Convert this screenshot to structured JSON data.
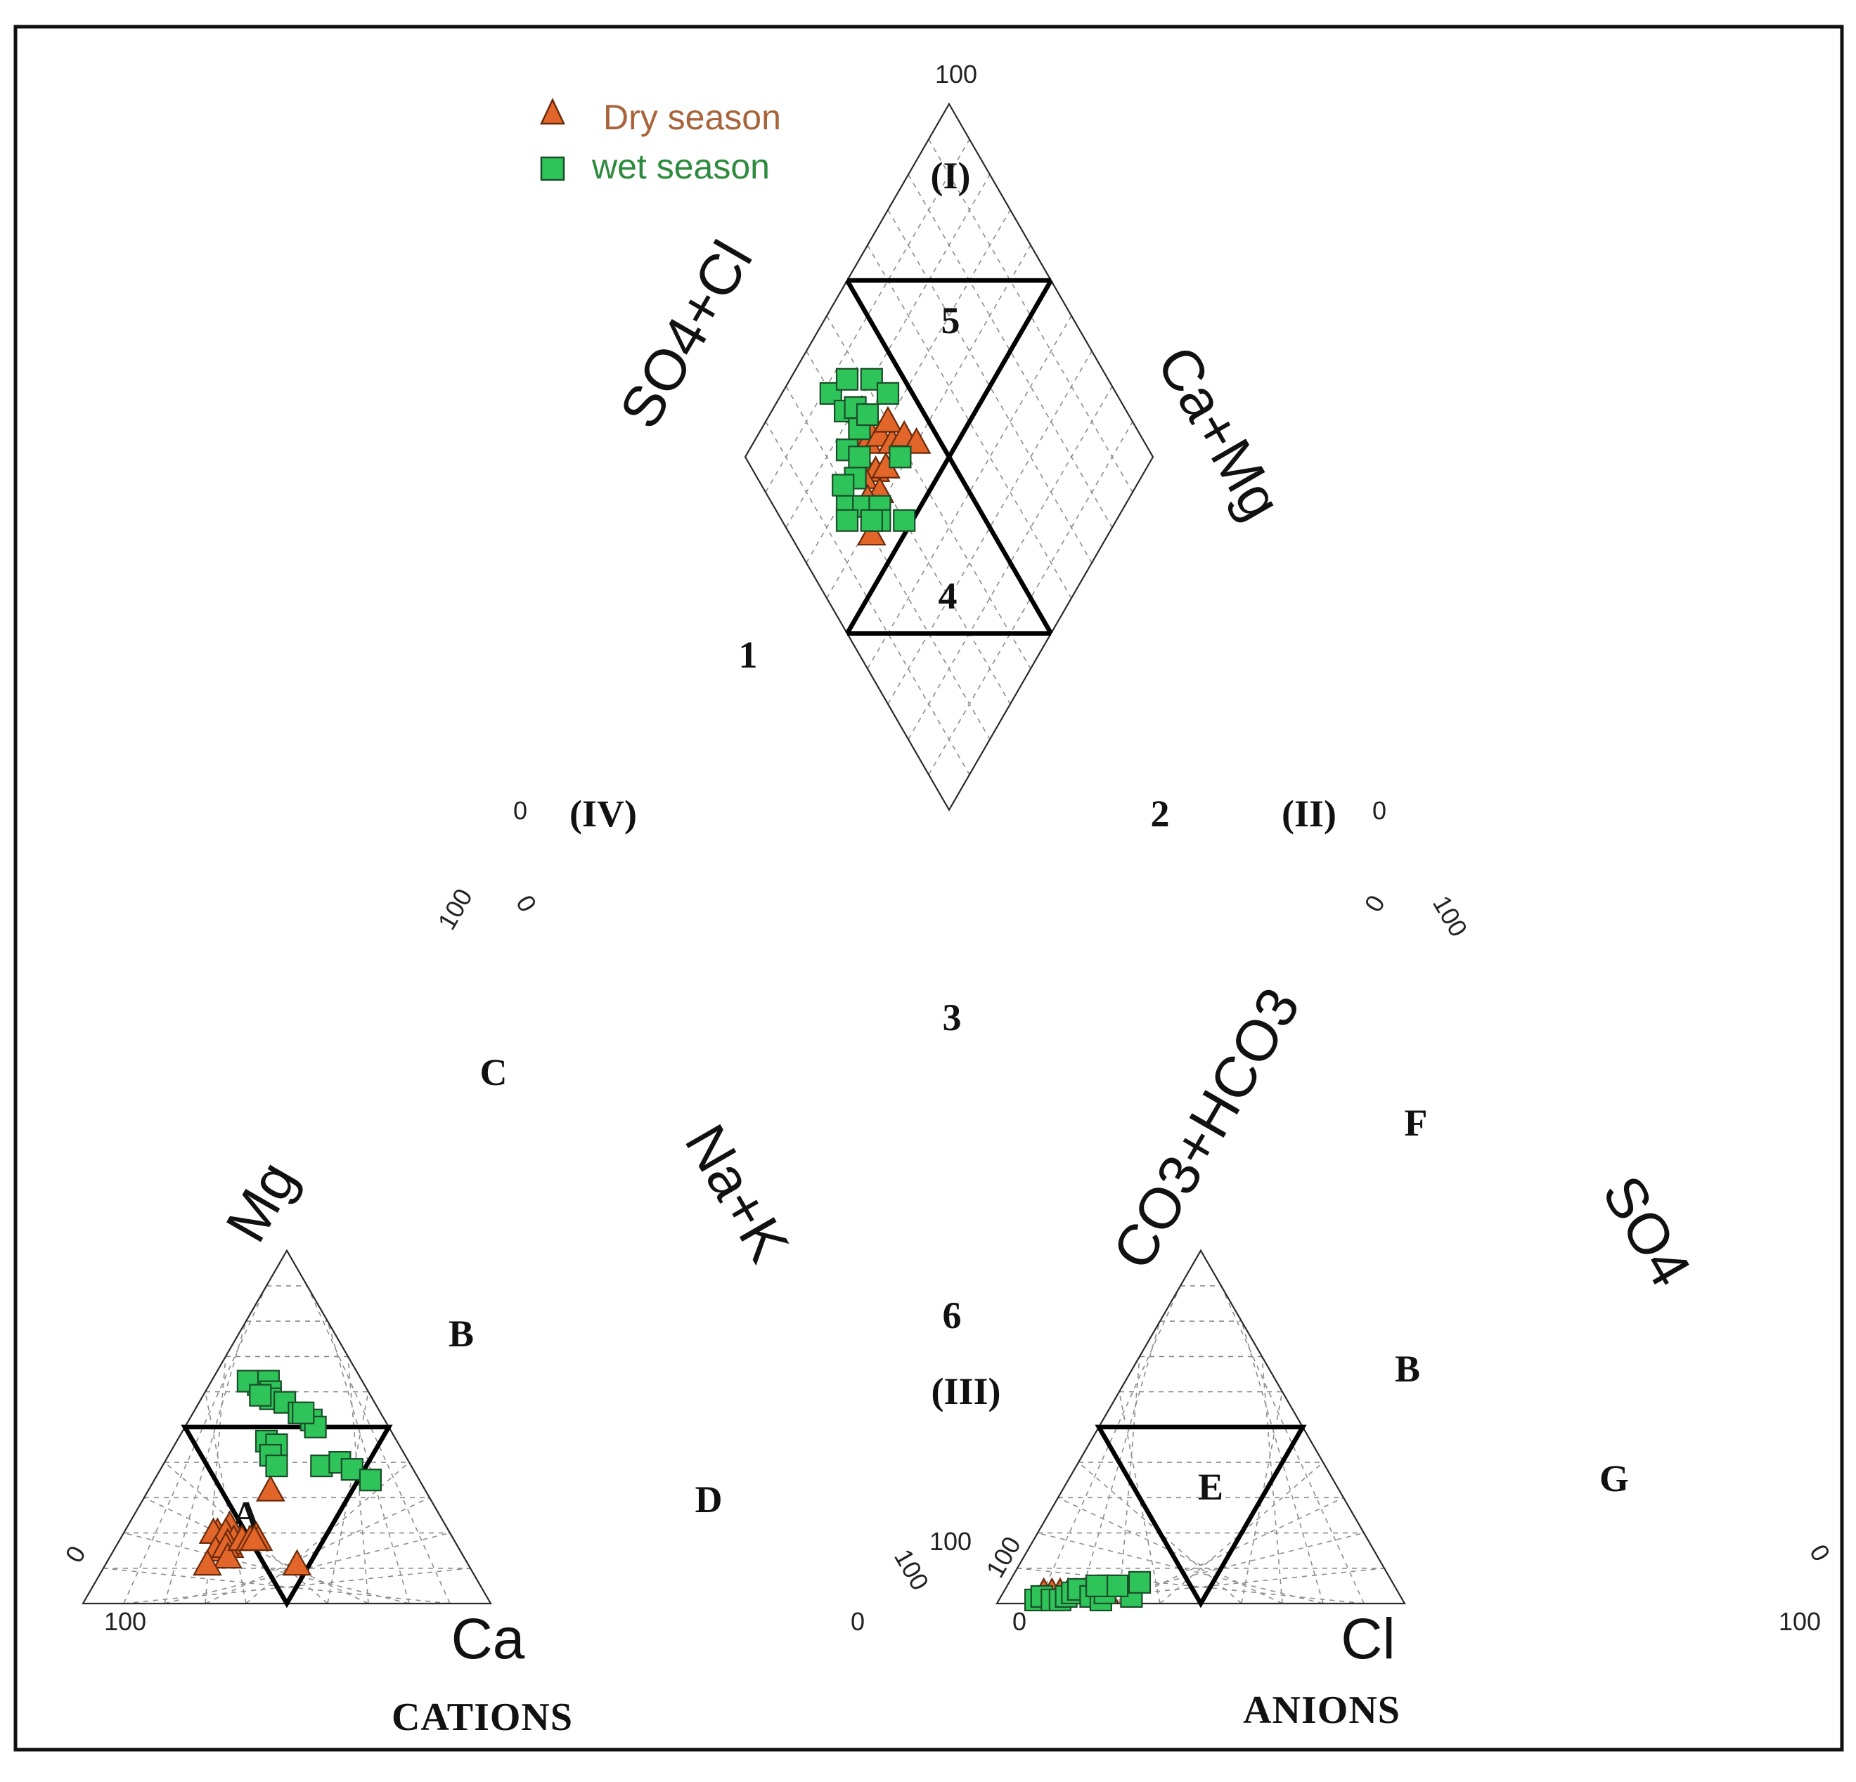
{
  "chart_data": {
    "type": "scatter",
    "subtype": "piper-diagram",
    "panels": {
      "cations": {
        "title": "CATIONS",
        "corner_labels": {
          "left": "Mg",
          "bottom": "Ca",
          "right": "Na+K"
        },
        "tick_labels": {
          "left_apex": "100",
          "left_apex_b": "0",
          "bottom_left_a": "0",
          "bottom_left_b": "100",
          "bottom_right_a": "100",
          "bottom_right_b": "0"
        },
        "zones": [
          "A",
          "B",
          "C",
          "D"
        ]
      },
      "anions": {
        "title": "ANIONS",
        "corner_labels": {
          "left": "CO3+HCO3",
          "bottom": "Cl",
          "right": "SO4"
        },
        "tick_labels": {
          "apex_a": "0",
          "apex_b": "100",
          "left_a": "100",
          "left_b": "0",
          "right_a": "0",
          "right_b": "100"
        },
        "zones": [
          "E",
          "B",
          "F",
          "G"
        ]
      },
      "diamond": {
        "axis_labels": {
          "upper_left": "SO4+Cl",
          "upper_right": "Ca+Mg"
        },
        "tick_labels": {
          "top": "100",
          "left": "0",
          "right": "0",
          "bottom": "100"
        },
        "zones": [
          "1",
          "2",
          "3",
          "4",
          "5",
          "6",
          "(I)",
          "(II)",
          "(III)",
          "(IV)"
        ]
      }
    },
    "legend": {
      "position": "top-left",
      "entries": [
        "Dry season",
        "wet season"
      ]
    },
    "series": [
      {
        "name": "Dry season",
        "marker": "triangle",
        "color": "#e2652a",
        "cations": [
          {
            "ca": 53,
            "mg": 22,
            "na": 25
          },
          {
            "ca": 55,
            "mg": 19,
            "na": 26
          },
          {
            "ca": 57,
            "mg": 20,
            "na": 23
          },
          {
            "ca": 56,
            "mg": 16,
            "na": 28
          },
          {
            "ca": 59,
            "mg": 16,
            "na": 25
          },
          {
            "ca": 58,
            "mg": 20,
            "na": 22
          },
          {
            "ca": 55,
            "mg": 20,
            "na": 25
          },
          {
            "ca": 54,
            "mg": 18,
            "na": 28
          },
          {
            "ca": 56,
            "mg": 17,
            "na": 27
          },
          {
            "ca": 60,
            "mg": 15,
            "na": 25
          },
          {
            "ca": 57,
            "mg": 16,
            "na": 27
          },
          {
            "ca": 58,
            "mg": 13,
            "na": 29
          },
          {
            "ca": 52,
            "mg": 18,
            "na": 30
          },
          {
            "ca": 48,
            "mg": 19,
            "na": 33
          },
          {
            "ca": 50,
            "mg": 18,
            "na": 32
          },
          {
            "ca": 48,
            "mg": 18,
            "na": 34
          },
          {
            "ca": 49,
            "mg": 18,
            "na": 33
          },
          {
            "ca": 64,
            "mg": 11,
            "na": 25
          },
          {
            "ca": 42,
            "mg": 11,
            "na": 47
          },
          {
            "ca": 38,
            "mg": 32,
            "na": 30
          }
        ],
        "anions": [
          {
            "hco3": 87,
            "cl": 10,
            "so4": 3
          },
          {
            "hco3": 85,
            "cl": 12,
            "so4": 3
          },
          {
            "hco3": 83,
            "cl": 14,
            "so4": 3
          },
          {
            "hco3": 81,
            "cl": 16,
            "so4": 3
          },
          {
            "hco3": 79,
            "cl": 18,
            "so4": 3
          },
          {
            "hco3": 77,
            "cl": 20,
            "so4": 3
          },
          {
            "hco3": 75,
            "cl": 22,
            "so4": 3
          },
          {
            "hco3": 72,
            "cl": 25,
            "so4": 3
          }
        ],
        "diamond": [
          {
            "so4cl": 30,
            "camg": 75
          },
          {
            "so4cl": 32,
            "camg": 72
          },
          {
            "so4cl": 28,
            "camg": 70
          },
          {
            "so4cl": 34,
            "camg": 74
          },
          {
            "so4cl": 36,
            "camg": 70
          },
          {
            "so4cl": 30,
            "camg": 66
          },
          {
            "so4cl": 26,
            "camg": 68
          },
          {
            "so4cl": 33,
            "camg": 64
          },
          {
            "so4cl": 38,
            "camg": 66
          },
          {
            "so4cl": 40,
            "camg": 70
          },
          {
            "so4cl": 35,
            "camg": 78
          },
          {
            "so4cl": 28,
            "camg": 62
          },
          {
            "so4cl": 42,
            "camg": 64
          },
          {
            "so4cl": 24,
            "camg": 64
          },
          {
            "so4cl": 44,
            "camg": 60
          },
          {
            "so4cl": 20,
            "camg": 58
          }
        ]
      },
      {
        "name": "wet season",
        "marker": "square",
        "color": "#2ec45a",
        "cations": [
          {
            "ca": 26,
            "mg": 62,
            "na": 12
          },
          {
            "ca": 28,
            "mg": 63,
            "na": 9
          },
          {
            "ca": 23,
            "mg": 63,
            "na": 14
          },
          {
            "ca": 24,
            "mg": 60,
            "na": 16
          },
          {
            "ca": 25,
            "mg": 58,
            "na": 17
          },
          {
            "ca": 27,
            "mg": 59,
            "na": 14
          },
          {
            "ca": 22,
            "mg": 57,
            "na": 21
          },
          {
            "ca": 20,
            "mg": 54,
            "na": 26
          },
          {
            "ca": 18,
            "mg": 52,
            "na": 30
          },
          {
            "ca": 18,
            "mg": 50,
            "na": 32
          },
          {
            "ca": 19,
            "mg": 54,
            "na": 27
          },
          {
            "ca": 32,
            "mg": 46,
            "na": 22
          },
          {
            "ca": 30,
            "mg": 45,
            "na": 25
          },
          {
            "ca": 33,
            "mg": 42,
            "na": 25
          },
          {
            "ca": 33,
            "mg": 39,
            "na": 28
          },
          {
            "ca": 22,
            "mg": 39,
            "na": 39
          },
          {
            "ca": 17,
            "mg": 40,
            "na": 43
          },
          {
            "ca": 15,
            "mg": 38,
            "na": 47
          },
          {
            "ca": 12,
            "mg": 35,
            "na": 53
          }
        ],
        "anions": [
          {
            "hco3": 90,
            "cl": 9,
            "so4": 1
          },
          {
            "hco3": 88,
            "cl": 10,
            "so4": 2
          },
          {
            "hco3": 86,
            "cl": 13,
            "so4": 1
          },
          {
            "hco3": 84,
            "cl": 15,
            "so4": 1
          },
          {
            "hco3": 82,
            "cl": 16,
            "so4": 2
          },
          {
            "hco3": 80,
            "cl": 17,
            "so4": 3
          },
          {
            "hco3": 78,
            "cl": 18,
            "so4": 4
          },
          {
            "hco3": 76,
            "cl": 22,
            "so4": 2
          },
          {
            "hco3": 74,
            "cl": 25,
            "so4": 1
          },
          {
            "hco3": 72,
            "cl": 25,
            "so4": 3
          },
          {
            "hco3": 70,
            "cl": 25,
            "so4": 5
          },
          {
            "hco3": 66,
            "cl": 32,
            "so4": 2
          },
          {
            "hco3": 62,
            "cl": 32,
            "so4": 6
          },
          {
            "hco3": 68,
            "cl": 27,
            "so4": 5
          },
          {
            "hco3": 73,
            "cl": 22,
            "so4": 5
          }
        ],
        "diamond": [
          {
            "so4cl": 30,
            "camg": 88
          },
          {
            "so4cl": 36,
            "camg": 86
          },
          {
            "so4cl": 31,
            "camg": 82
          },
          {
            "so4cl": 34,
            "camg": 80
          },
          {
            "so4cl": 26,
            "camg": 76
          },
          {
            "so4cl": 24,
            "camg": 70
          },
          {
            "so4cl": 20,
            "camg": 72
          },
          {
            "so4cl": 18,
            "camg": 68
          },
          {
            "so4cl": 22,
            "camg": 64
          },
          {
            "so4cl": 28,
            "camg": 72
          },
          {
            "so4cl": 32,
            "camg": 76
          },
          {
            "so4cl": 36,
            "camg": 76
          },
          {
            "so4cl": 42,
            "camg": 80
          },
          {
            "so4cl": 44,
            "camg": 74
          },
          {
            "so4cl": 26,
            "camg": 60
          },
          {
            "so4cl": 24,
            "camg": 58
          },
          {
            "so4cl": 22,
            "camg": 60
          },
          {
            "so4cl": 38,
            "camg": 62
          },
          {
            "so4cl": 30,
            "camg": 52
          },
          {
            "so4cl": 16,
            "camg": 66
          }
        ]
      }
    ]
  }
}
